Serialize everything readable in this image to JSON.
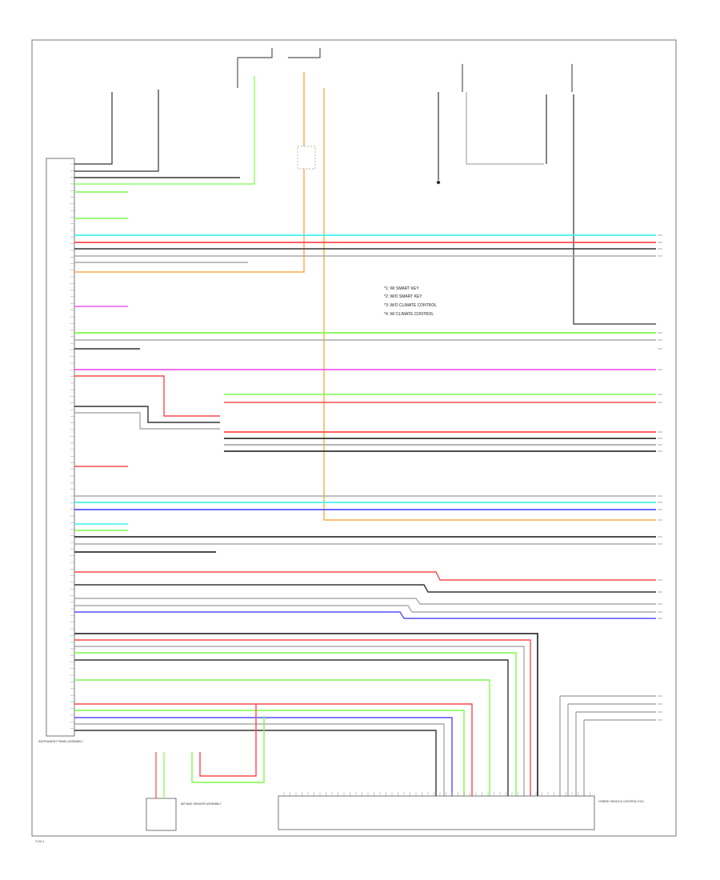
{
  "diagram": {
    "legend_lines": [
      "*1: W/ SMART KEY",
      "*2: W/O SMART KEY",
      "*3: W/O CLIMATE CONTROL",
      "*4: W/ CLIMATE CONTROL"
    ],
    "component_label": "INSTRUMENT PANEL ASSEMBLY",
    "hv_ecu_label": "HYBRID VEHICLE CONTROL ECU",
    "air_bag_label": "AIR BAG SENSOR ASSEMBLY",
    "footer_code": "T-HV-1"
  },
  "wire_colors": {
    "green": "#7CFC4C",
    "red": "#FF4A4A",
    "cyan": "#3FF0F0",
    "blue": "#5050FF",
    "magenta": "#F05AF0",
    "orange": "#FF9A2A",
    "black": "#333333",
    "gray": "#9A9A9A"
  }
}
